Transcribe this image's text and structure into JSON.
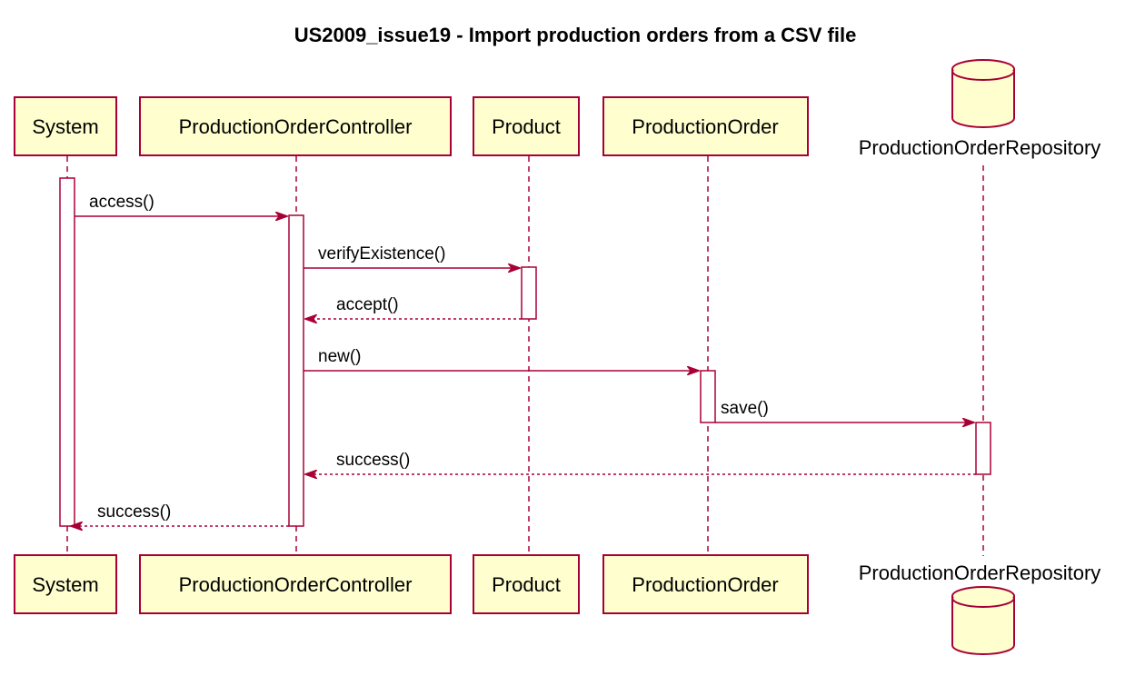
{
  "title": "US2009_issue19 - Import production orders from a CSV file",
  "colors": {
    "participant_fill": "#FEFECE",
    "line": "#A80036",
    "activation_fill": "#FFFFFF"
  },
  "participants": [
    {
      "id": "system",
      "label": "System",
      "shape": "box"
    },
    {
      "id": "controller",
      "label": "ProductionOrderController",
      "shape": "box"
    },
    {
      "id": "product",
      "label": "Product",
      "shape": "box"
    },
    {
      "id": "order",
      "label": "ProductionOrder",
      "shape": "box"
    },
    {
      "id": "repo",
      "label": "ProductionOrderRepository",
      "shape": "database"
    }
  ],
  "messages": [
    {
      "from": "system",
      "to": "controller",
      "label": "access()",
      "kind": "sync"
    },
    {
      "from": "controller",
      "to": "product",
      "label": "verifyExistence()",
      "kind": "sync"
    },
    {
      "from": "product",
      "to": "controller",
      "label": "accept()",
      "kind": "return"
    },
    {
      "from": "controller",
      "to": "order",
      "label": "new()",
      "kind": "sync"
    },
    {
      "from": "order",
      "to": "repo",
      "label": "save()",
      "kind": "sync"
    },
    {
      "from": "repo",
      "to": "controller",
      "label": "success()",
      "kind": "return"
    },
    {
      "from": "controller",
      "to": "system",
      "label": "success()",
      "kind": "return"
    }
  ]
}
